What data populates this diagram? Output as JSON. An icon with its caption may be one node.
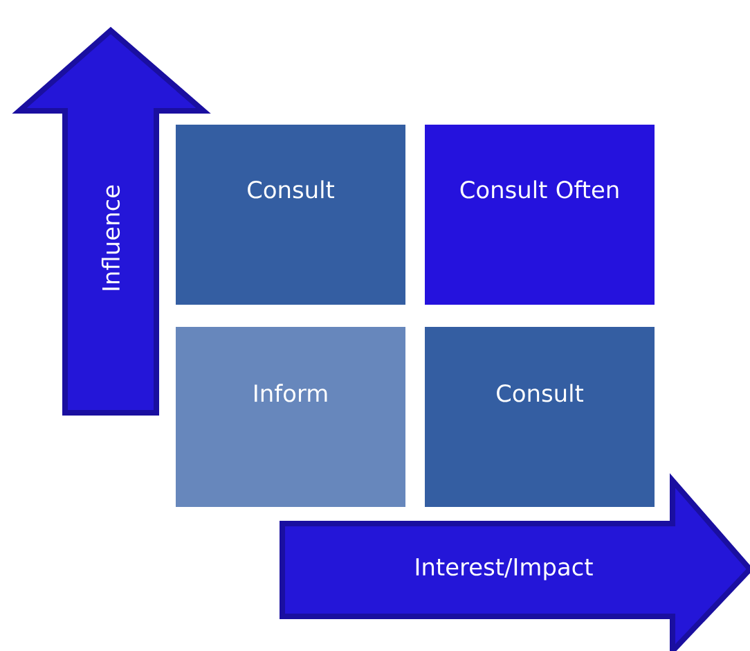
{
  "diagram": {
    "nodes": [
      {
        "text": [
          "Consult"
        ]
      },
      {
        "text": [
          "Consult Often"
        ]
      },
      {
        "text": [
          "Inform"
        ]
      },
      {
        "text": [
          "Consult"
        ]
      },
      {
        "text": [
          "Influence"
        ]
      },
      {
        "text": [
          "Interest/Impact"
        ]
      }
    ]
  }
}
